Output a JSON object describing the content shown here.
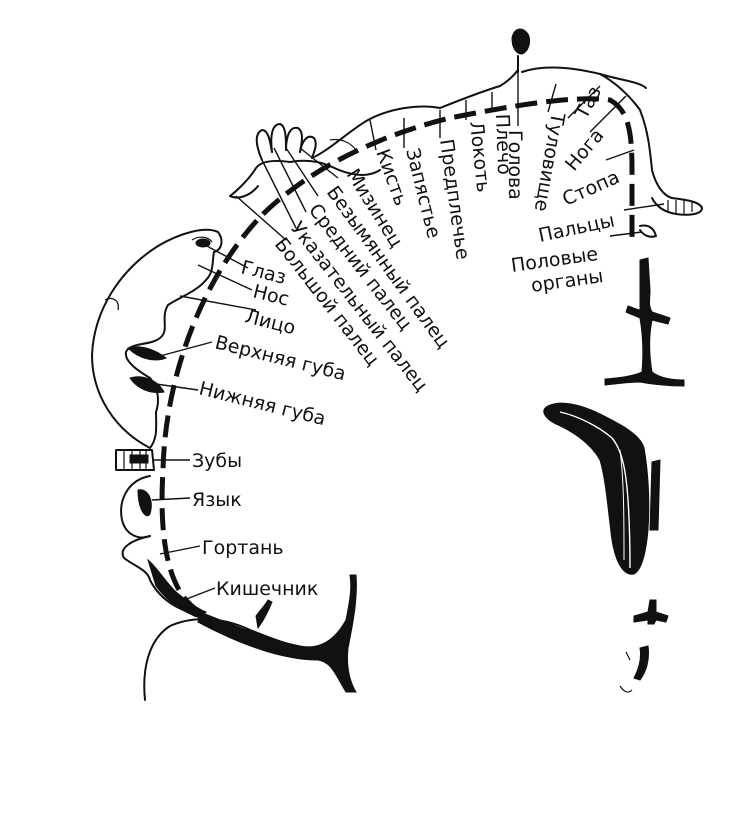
{
  "labels": {
    "eye": "Глаз",
    "nose": "Нос",
    "face": "Лицо",
    "upper_lip": "Верхняя губа",
    "lower_lip": "Нижняя губа",
    "teeth": "Зубы",
    "tongue": "Язык",
    "larynx": "Гортань",
    "intestine": "Кишечник",
    "thumb": "Большой палец",
    "index_finger": "Указательный палец",
    "middle_finger": "Средний палец",
    "ring_finger": "Безымянный палец",
    "little_finger": "Мизинец",
    "hand": "Кисть",
    "wrist": "Запястье",
    "forearm": "Предплечье",
    "elbow": "Локоть",
    "shoulder": "Плечо",
    "head": "Голова",
    "trunk": "Туловище",
    "pelvis": "Таз",
    "leg": "Нога",
    "foot": "Стопа",
    "toes": "Пальцы",
    "genitals_line1": "Половые",
    "genitals_line2": "органы"
  }
}
